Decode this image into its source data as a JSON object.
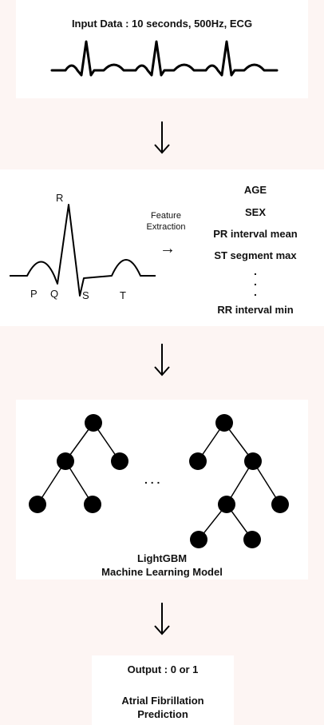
{
  "input": {
    "title": "Input Data : 10 seconds, 500Hz, ECG"
  },
  "feature": {
    "wave_labels": {
      "r": "R",
      "p": "P",
      "q": "Q",
      "s": "S",
      "t": "T"
    },
    "extraction_line1": "Feature",
    "extraction_line2": "Extraction",
    "extraction_arrow": "→",
    "features": [
      "AGE",
      "SEX",
      "PR interval mean",
      "ST segment max"
    ],
    "ellipsis": ".",
    "last_feature": "RR interval min"
  },
  "model": {
    "dots": ". . .",
    "label_line1": "LightGBM",
    "label_line2": "Machine Learning Model"
  },
  "output": {
    "title": "Output : 0 or 1",
    "label_line1": "Atrial Fibrillation",
    "label_line2": "Prediction"
  }
}
